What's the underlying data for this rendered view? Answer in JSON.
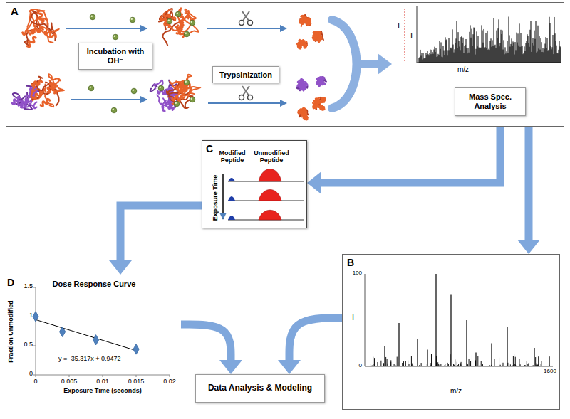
{
  "diagram": {
    "nodes": [
      {
        "text": [
          "A"
        ]
      },
      {
        "text": [
          "Incubation with OH⁻"
        ],
        "in": 0
      },
      {
        "text": [
          "Trypsinization"
        ],
        "in": 0
      },
      {
        "text": [
          "Mass Spec. Analysis"
        ],
        "in": 0
      },
      {
        "text": [
          "C",
          "Modified Peptide",
          "Unmodified Peptide",
          "Exposure Time"
        ]
      },
      {
        "text": [
          "B"
        ]
      },
      {
        "text": [
          "D",
          "Dose Response Curve"
        ]
      },
      {
        "text": [
          "Data Analysis & Modeling"
        ]
      }
    ],
    "edges": [
      {
        "from": 0,
        "to": 5,
        "arrow": "to"
      },
      {
        "from": 0,
        "to": 4,
        "arrow": "to"
      },
      {
        "from": 4,
        "to": 6,
        "arrow": "to"
      },
      {
        "from": 6,
        "to": 7,
        "arrow": "to"
      },
      {
        "from": 5,
        "to": 7,
        "arrow": "to"
      }
    ],
    "labels": [
      "I",
      "I",
      "m/z",
      "Fraction Unmodified",
      "1.5",
      "1",
      "0.5",
      "0",
      "0",
      "0.005",
      "0.01",
      "0.015",
      "0.02",
      "Exposure Time (seconds)",
      "y = -35.317x + 0.9472",
      "100",
      "0",
      "1600",
      "I",
      "m/z"
    ]
  }
}
